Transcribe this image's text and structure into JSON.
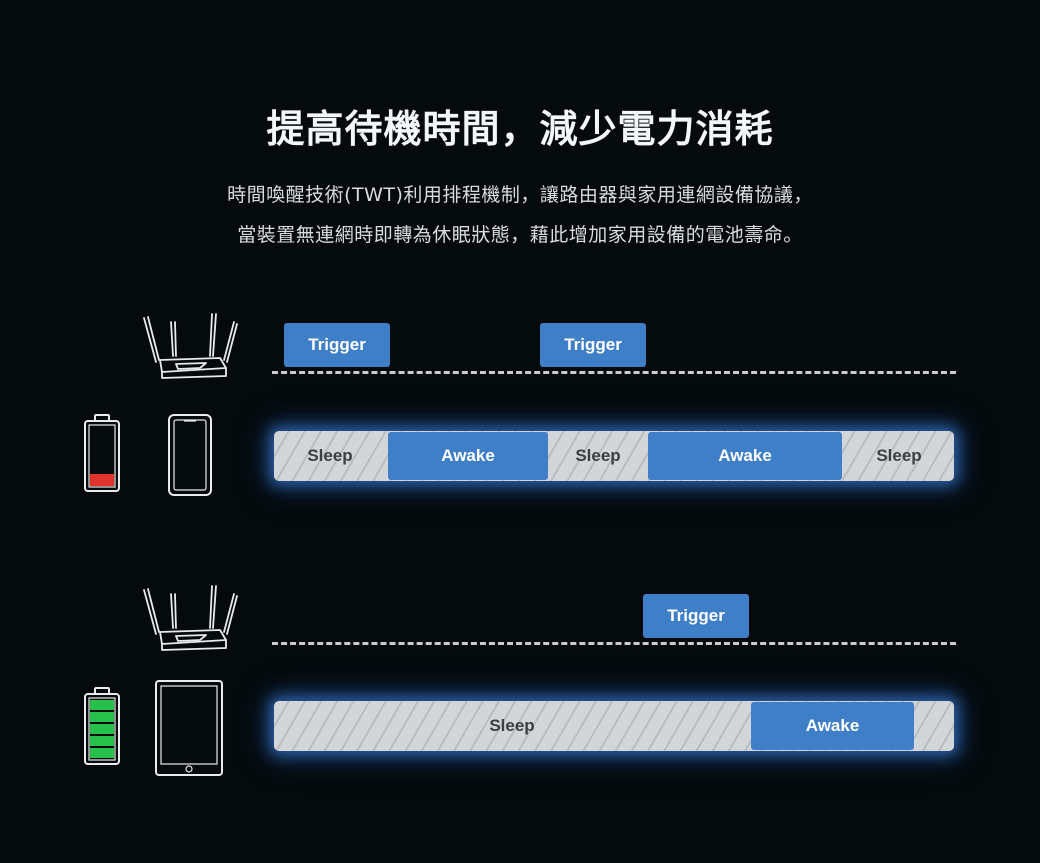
{
  "heading": {
    "title": "提高待機時間，減少電力消耗",
    "line1": "時間喚醒技術(TWT)利用排程機制，讓路由器與家用連網設備協議，",
    "line2": "當裝置無連網時即轉為休眠狀態，藉此增加家用設備的電池壽命。"
  },
  "scenario1": {
    "triggers": [
      "Trigger",
      "Trigger"
    ],
    "segments": [
      "Sleep",
      "Awake",
      "Sleep",
      "Awake",
      "Sleep"
    ],
    "battery_level": 0.2,
    "battery_color": "#e0332b"
  },
  "scenario2": {
    "triggers": [
      "Trigger"
    ],
    "segments": [
      "Sleep",
      "Awake"
    ],
    "battery_level": 1.0,
    "battery_color": "#27c04a"
  },
  "icons": [
    "router-icon",
    "battery-low-icon",
    "smartphone-icon",
    "router-icon",
    "battery-full-icon",
    "tablet-icon"
  ],
  "colors": {
    "accent": "#3f7fc7",
    "glow": "#4696ff",
    "background": "#050a0c"
  }
}
